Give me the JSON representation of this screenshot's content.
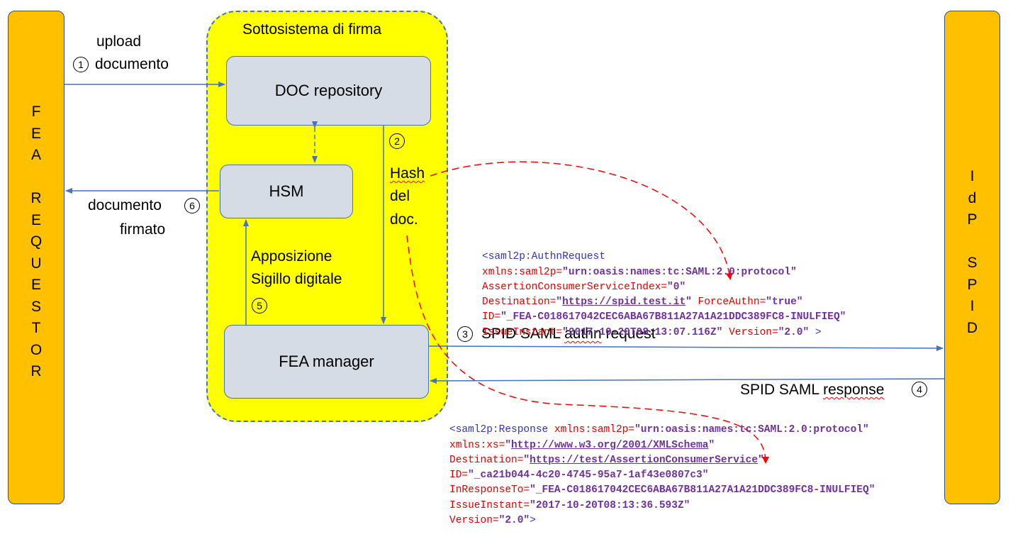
{
  "lanes": {
    "left_letters": [
      "F",
      "E",
      "A",
      "",
      "R",
      "E",
      "Q",
      "U",
      "E",
      "S",
      "T",
      "O",
      "R"
    ],
    "right_letters": [
      "I",
      "d",
      "P",
      "",
      "S",
      "P",
      "I",
      "D"
    ]
  },
  "subsystem": {
    "title": "Sottosistema di firma",
    "doc_repository": "DOC repository",
    "hsm": "HSM",
    "fea_manager": "FEA manager"
  },
  "steps": {
    "s1": {
      "num": "1",
      "line1": "upload",
      "line2": "documento"
    },
    "s2": {
      "num": "2",
      "line1": "Hash",
      "line2": "del",
      "line3": "doc."
    },
    "s3": {
      "num": "3",
      "pre": "SPID SAML ",
      "squig": "authn",
      "post": " request"
    },
    "s4": {
      "num": "4",
      "pre": "SPID SAML ",
      "squig": "response"
    },
    "s5": {
      "num": "5",
      "line1": "Apposizione",
      "line2": "Sigillo digitale"
    },
    "s6": {
      "num": "6",
      "line1": "documento",
      "line2": "firmato"
    }
  },
  "authn_request": {
    "l1": "<saml2p:AuthnRequest",
    "l2_attr": "xmlns:saml2p=",
    "l2_val": "\"urn:oasis:names:tc:SAML:2.0:protocol\"",
    "l3_attr": "AssertionConsumerServiceIndex=",
    "l3_val": "\"0\"",
    "l4_attr": "Destination=",
    "l4_q1": "\"",
    "l4_url": "https://spid.test.it",
    "l4_q2": "\"",
    "l4_attr2": " ForceAuthn=",
    "l4_val2": "\"true\"",
    "l5_attr": "ID=",
    "l5_val": "\"_FEA-C018617042CEC6ABA67B811A27A1A21DDC389FC8-INULFIEQ\"",
    "l6_attr": "IssueInstant=",
    "l6_val": "\"2017-10-20T08:13:07.116Z\"",
    "l6_attr2": " Version=",
    "l6_val2": "\"2.0\"",
    "l6_end": " >"
  },
  "response": {
    "l1_tag": "<saml2p:Response",
    "l1_attr": " xmlns:saml2p=",
    "l1_val": "\"urn:oasis:names:tc:SAML:2.0:protocol\"",
    "l2_attr": "xmlns:xs=",
    "l2_q1": "\"",
    "l2_url": "http://www.w3.org/2001/XMLSchema",
    "l2_q2": "\"",
    "l3_attr": "Destination=",
    "l3_q1": "\"",
    "l3_url": "https://test/AssertionConsumerService",
    "l3_q2": "\"",
    "l4_attr": "ID=",
    "l4_val": "\"_ca21b044-4c20-4745-95a7-1af43e0807c3\"",
    "l5_attr": "InResponseTo=",
    "l5_val": "\"_FEA-C018617042CEC6ABA67B811A27A1A21DDC389FC8-INULFIEQ\"",
    "l6_attr": "IssueInstant=",
    "l6_val": "\"2017-10-20T08:13:36.593Z\"",
    "l7_attr": "Version=",
    "l7_val": "\"2.0\"",
    "l7_end": ">"
  },
  "colors": {
    "lane_fill": "#ffc000",
    "subsystem_fill": "#ffff00",
    "box_fill": "#d6dce5",
    "arrow": "#4472c4",
    "hash_flow": "#ff0000"
  }
}
